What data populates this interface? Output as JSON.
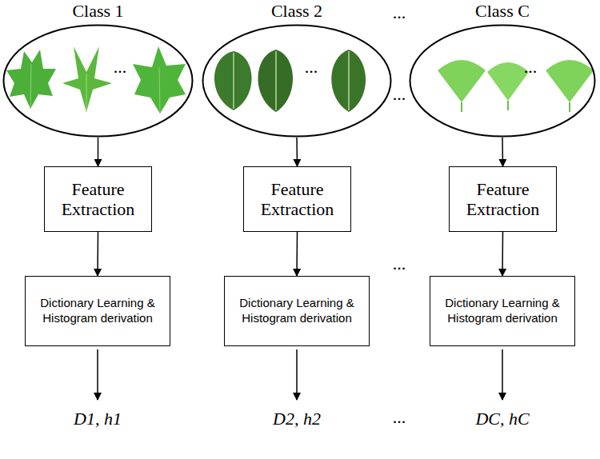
{
  "diagram": {
    "nodes": [
      {
        "text": [
          "Class 1",
          "..."
        ]
      },
      {
        "text": [
          "Class 2",
          "..."
        ]
      },
      {
        "text": [
          "Class C",
          "..."
        ]
      },
      {
        "text": [
          "Feature Extraction"
        ]
      },
      {
        "text": [
          "Feature Extraction"
        ]
      },
      {
        "text": [
          "Feature Extraction"
        ]
      },
      {
        "text": [
          "Dictionary Learning & Histogram derivation"
        ]
      },
      {
        "text": [
          "Dictionary Learning & Histogram derivation"
        ]
      },
      {
        "text": [
          "Dictionary Learning & Histogram derivation"
        ]
      }
    ],
    "edges": [
      {
        "from": 0,
        "to": 3,
        "arrow": "to"
      },
      {
        "from": 1,
        "to": 4,
        "arrow": "to"
      },
      {
        "from": 2,
        "to": 5,
        "arrow": "to"
      },
      {
        "from": 3,
        "to": 6,
        "arrow": "to"
      },
      {
        "from": 4,
        "to": 7,
        "arrow": "to"
      },
      {
        "from": 5,
        "to": 8,
        "arrow": "to"
      }
    ],
    "labels": [
      "...",
      "...",
      "...",
      "...",
      "D1, h1",
      "D2, h2",
      "DC, hC"
    ]
  }
}
